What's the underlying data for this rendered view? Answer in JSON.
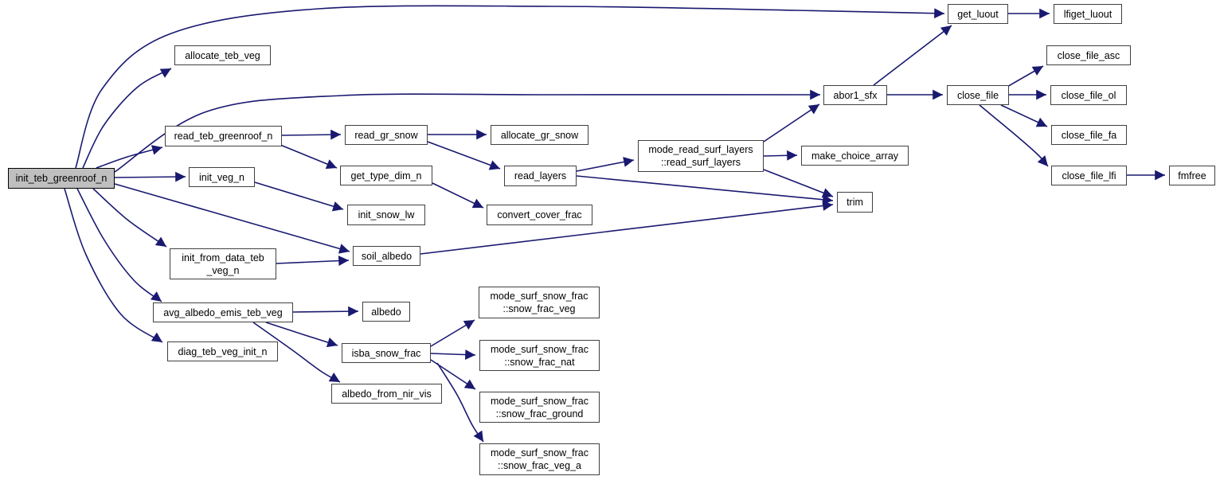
{
  "diagram": {
    "type": "call-graph",
    "background_color": "#ffffff",
    "edge_color": "#191970",
    "node_border_color": "#404040",
    "highlight_fill_color": "#bfbfbf",
    "root_node": "init_teb_greenroof_n",
    "nodes": [
      {
        "id": "init_teb_greenroof_n",
        "label": "init_teb_greenroof_n",
        "highlighted": true
      },
      {
        "id": "allocate_teb_veg",
        "label": "allocate_teb_veg",
        "highlighted": false
      },
      {
        "id": "read_teb_greenroof_n",
        "label": "read_teb_greenroof_n",
        "highlighted": false
      },
      {
        "id": "init_veg_n",
        "label": "init_veg_n",
        "highlighted": false
      },
      {
        "id": "read_gr_snow",
        "label": "read_gr_snow",
        "highlighted": false
      },
      {
        "id": "allocate_gr_snow",
        "label": "allocate_gr_snow",
        "highlighted": false
      },
      {
        "id": "get_type_dim_n",
        "label": "get_type_dim_n",
        "highlighted": false
      },
      {
        "id": "read_layers",
        "label": "read_layers",
        "highlighted": false
      },
      {
        "id": "init_snow_lw",
        "label": "init_snow_lw",
        "highlighted": false
      },
      {
        "id": "convert_cover_frac",
        "label": "convert_cover_frac",
        "highlighted": false
      },
      {
        "id": "mode_read_surf_layers::read_surf_layers",
        "label": "mode_read_surf_layers\n::read_surf_layers",
        "highlighted": false
      },
      {
        "id": "abor1_sfx",
        "label": "abor1_sfx",
        "highlighted": false
      },
      {
        "id": "make_choice_array",
        "label": "make_choice_array",
        "highlighted": false
      },
      {
        "id": "trim",
        "label": "trim",
        "highlighted": false
      },
      {
        "id": "get_luout",
        "label": "get_luout",
        "highlighted": false
      },
      {
        "id": "lfiget_luout",
        "label": "lfiget_luout",
        "highlighted": false
      },
      {
        "id": "close_file",
        "label": "close_file",
        "highlighted": false
      },
      {
        "id": "close_file_asc",
        "label": "close_file_asc",
        "highlighted": false
      },
      {
        "id": "close_file_ol",
        "label": "close_file_ol",
        "highlighted": false
      },
      {
        "id": "close_file_fa",
        "label": "close_file_fa",
        "highlighted": false
      },
      {
        "id": "close_file_lfi",
        "label": "close_file_lfi",
        "highlighted": false
      },
      {
        "id": "fmfree",
        "label": "fmfree",
        "highlighted": false
      },
      {
        "id": "init_from_data_teb_veg_n",
        "label": "init_from_data_teb\n_veg_n",
        "highlighted": false
      },
      {
        "id": "soil_albedo",
        "label": "soil_albedo",
        "highlighted": false
      },
      {
        "id": "avg_albedo_emis_teb_veg",
        "label": "avg_albedo_emis_teb_veg",
        "highlighted": false
      },
      {
        "id": "albedo",
        "label": "albedo",
        "highlighted": false
      },
      {
        "id": "diag_teb_veg_init_n",
        "label": "diag_teb_veg_init_n",
        "highlighted": false
      },
      {
        "id": "isba_snow_frac",
        "label": "isba_snow_frac",
        "highlighted": false
      },
      {
        "id": "albedo_from_nir_vis",
        "label": "albedo_from_nir_vis",
        "highlighted": false
      },
      {
        "id": "mode_surf_snow_frac::snow_frac_veg",
        "label": "mode_surf_snow_frac\n::snow_frac_veg",
        "highlighted": false
      },
      {
        "id": "mode_surf_snow_frac::snow_frac_nat",
        "label": "mode_surf_snow_frac\n::snow_frac_nat",
        "highlighted": false
      },
      {
        "id": "mode_surf_snow_frac::snow_frac_ground",
        "label": "mode_surf_snow_frac\n::snow_frac_ground",
        "highlighted": false
      },
      {
        "id": "mode_surf_snow_frac::snow_frac_veg_a",
        "label": "mode_surf_snow_frac\n::snow_frac_veg_a",
        "highlighted": false
      }
    ],
    "edges": [
      {
        "from": "init_teb_greenroof_n",
        "to": "get_luout"
      },
      {
        "from": "init_teb_greenroof_n",
        "to": "allocate_teb_veg"
      },
      {
        "from": "init_teb_greenroof_n",
        "to": "abor1_sfx"
      },
      {
        "from": "init_teb_greenroof_n",
        "to": "read_teb_greenroof_n"
      },
      {
        "from": "init_teb_greenroof_n",
        "to": "init_veg_n"
      },
      {
        "from": "init_teb_greenroof_n",
        "to": "soil_albedo"
      },
      {
        "from": "init_teb_greenroof_n",
        "to": "init_from_data_teb_veg_n"
      },
      {
        "from": "init_teb_greenroof_n",
        "to": "avg_albedo_emis_teb_veg"
      },
      {
        "from": "init_teb_greenroof_n",
        "to": "diag_teb_veg_init_n"
      },
      {
        "from": "read_teb_greenroof_n",
        "to": "read_gr_snow"
      },
      {
        "from": "read_teb_greenroof_n",
        "to": "get_type_dim_n"
      },
      {
        "from": "read_gr_snow",
        "to": "allocate_gr_snow"
      },
      {
        "from": "read_gr_snow",
        "to": "read_layers"
      },
      {
        "from": "get_type_dim_n",
        "to": "convert_cover_frac"
      },
      {
        "from": "init_veg_n",
        "to": "init_snow_lw"
      },
      {
        "from": "read_layers",
        "to": "mode_read_surf_layers::read_surf_layers"
      },
      {
        "from": "read_layers",
        "to": "trim"
      },
      {
        "from": "mode_read_surf_layers::read_surf_layers",
        "to": "abor1_sfx"
      },
      {
        "from": "mode_read_surf_layers::read_surf_layers",
        "to": "make_choice_array"
      },
      {
        "from": "mode_read_surf_layers::read_surf_layers",
        "to": "trim"
      },
      {
        "from": "soil_albedo",
        "to": "trim"
      },
      {
        "from": "init_from_data_teb_veg_n",
        "to": "soil_albedo"
      },
      {
        "from": "abor1_sfx",
        "to": "get_luout"
      },
      {
        "from": "abor1_sfx",
        "to": "close_file"
      },
      {
        "from": "get_luout",
        "to": "lfiget_luout"
      },
      {
        "from": "close_file",
        "to": "close_file_asc"
      },
      {
        "from": "close_file",
        "to": "close_file_ol"
      },
      {
        "from": "close_file",
        "to": "close_file_fa"
      },
      {
        "from": "close_file",
        "to": "close_file_lfi"
      },
      {
        "from": "close_file_lfi",
        "to": "fmfree"
      },
      {
        "from": "avg_albedo_emis_teb_veg",
        "to": "albedo"
      },
      {
        "from": "avg_albedo_emis_teb_veg",
        "to": "isba_snow_frac"
      },
      {
        "from": "avg_albedo_emis_teb_veg",
        "to": "albedo_from_nir_vis"
      },
      {
        "from": "isba_snow_frac",
        "to": "mode_surf_snow_frac::snow_frac_veg"
      },
      {
        "from": "isba_snow_frac",
        "to": "mode_surf_snow_frac::snow_frac_nat"
      },
      {
        "from": "isba_snow_frac",
        "to": "mode_surf_snow_frac::snow_frac_ground"
      },
      {
        "from": "isba_snow_frac",
        "to": "mode_surf_snow_frac::snow_frac_veg_a"
      }
    ]
  }
}
